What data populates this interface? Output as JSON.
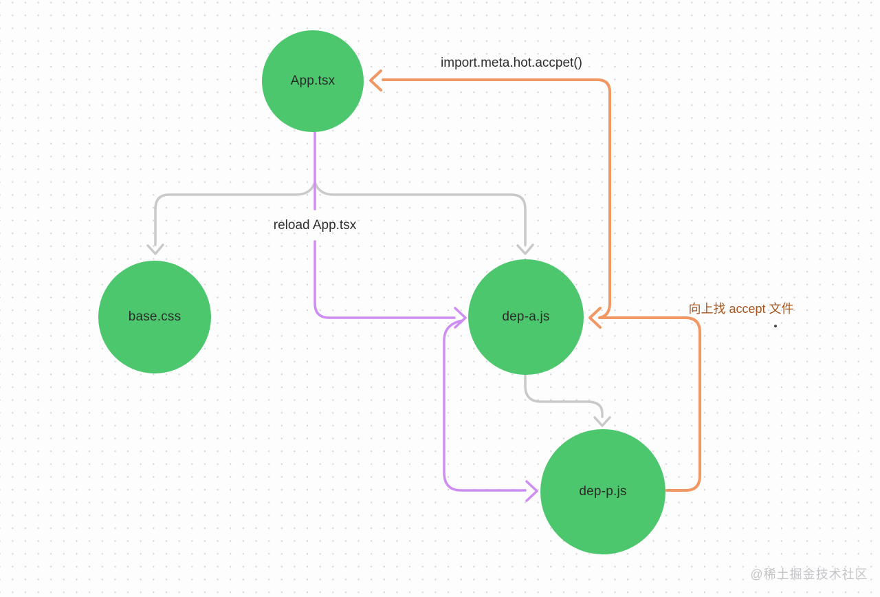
{
  "nodes": {
    "app_tsx": {
      "label": "App.tsx"
    },
    "base_css": {
      "label": "base.css"
    },
    "dep_a": {
      "label": "dep-a.js"
    },
    "dep_p": {
      "label": "dep-p.js"
    }
  },
  "edge_labels": {
    "hot_accept": "import.meta.hot.accpet()",
    "reload": "reload App.tsx",
    "find_accept": "向上找 accept 文件"
  },
  "edges": [
    {
      "from": "dep-a.js",
      "to": "App.tsx",
      "color": "#F19763",
      "style": "orange",
      "label": "import.meta.hot.accpet()"
    },
    {
      "from": "App.tsx",
      "to": "base.css",
      "color": "#C9C9C9",
      "style": "gray",
      "label": ""
    },
    {
      "from": "App.tsx",
      "to": "dep-a.js",
      "color": "#C9C9C9",
      "style": "gray",
      "label": ""
    },
    {
      "from": "App.tsx",
      "to": "dep-a.js",
      "color": "#CD8DF2",
      "style": "purple",
      "label": "reload App.tsx"
    },
    {
      "from": "dep-a.js",
      "to": "dep-p.js",
      "color": "#C9C9C9",
      "style": "gray",
      "label": ""
    },
    {
      "from": "dep-a.js",
      "to": "dep-p.js",
      "color": "#CD8DF2",
      "style": "purple",
      "label": ""
    },
    {
      "from": "dep-p.js",
      "to": "dep-a.js",
      "color": "#F19763",
      "style": "orange",
      "label": "向上找 accept 文件"
    }
  ],
  "colors": {
    "node_fill": "#4DC76D",
    "node_text": "#2B2B2B",
    "edge_gray": "#C9C9C9",
    "edge_purple": "#CD8DF2",
    "edge_orange": "#F19763",
    "label_dark": "#2E2E2E",
    "label_brown": "#A5551F",
    "watermark": "#C4C4C8",
    "background": "#FDFDFD",
    "grid_dot": "#D7D7DB"
  },
  "watermark": {
    "text": "@稀土掘金技术社区"
  }
}
